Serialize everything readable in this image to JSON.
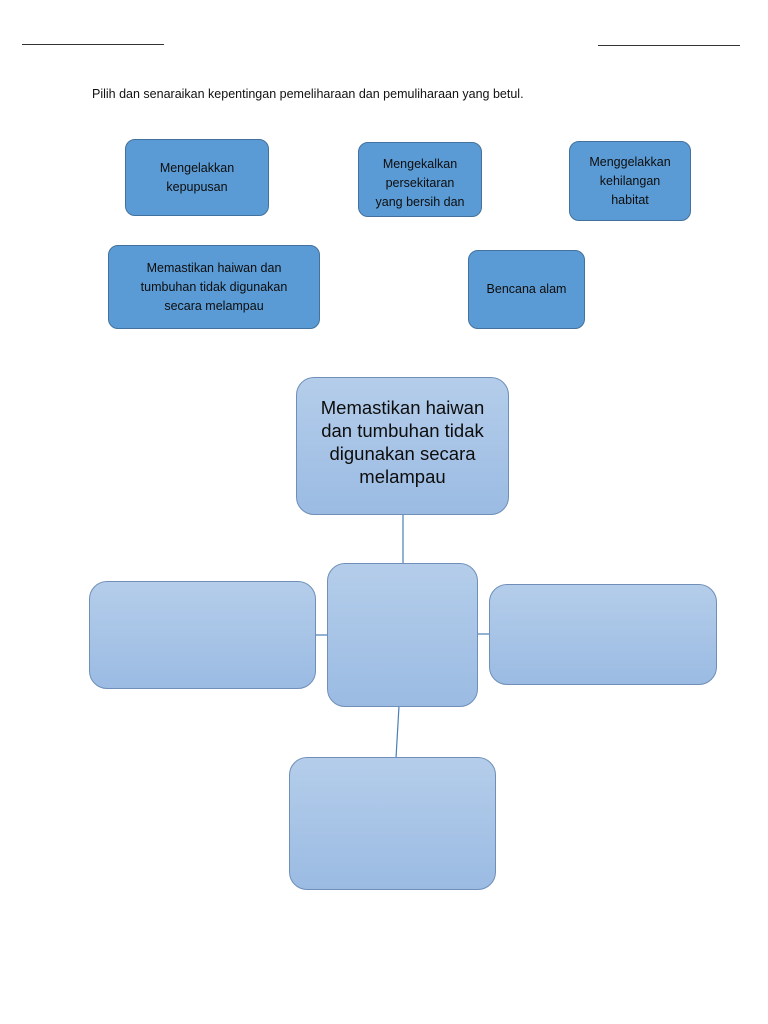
{
  "instruction": "Pilih dan senaraikan kepentingan pemeliharaan dan pemuliharaan yang betul.",
  "options": [
    {
      "line1": "Mengelakkan",
      "line2": "kepupusan",
      "line3": ""
    },
    {
      "line1": "Mengekalkan",
      "line2": "persekitaran",
      "line3": "yang bersih dan"
    },
    {
      "line1": "Menggelakkan",
      "line2": "kehilangan",
      "line3": "habitat"
    },
    {
      "line1": "Memastikan haiwan dan",
      "line2": "tumbuhan tidak digunakan",
      "line3": "secara melampau"
    },
    {
      "line1": "Bencana alam",
      "line2": "",
      "line3": ""
    }
  ],
  "map": {
    "top_box_text": "Memastikan haiwan dan tumbuhan tidak digunakan secara melampau",
    "center_box_text": "",
    "left_box_text": "",
    "right_box_text": "",
    "bottom_box_text": ""
  },
  "colors": {
    "option_fill": "#5b9bd5",
    "map_box_fill": "#a9c6e8",
    "connector": "#4a7fb8"
  }
}
